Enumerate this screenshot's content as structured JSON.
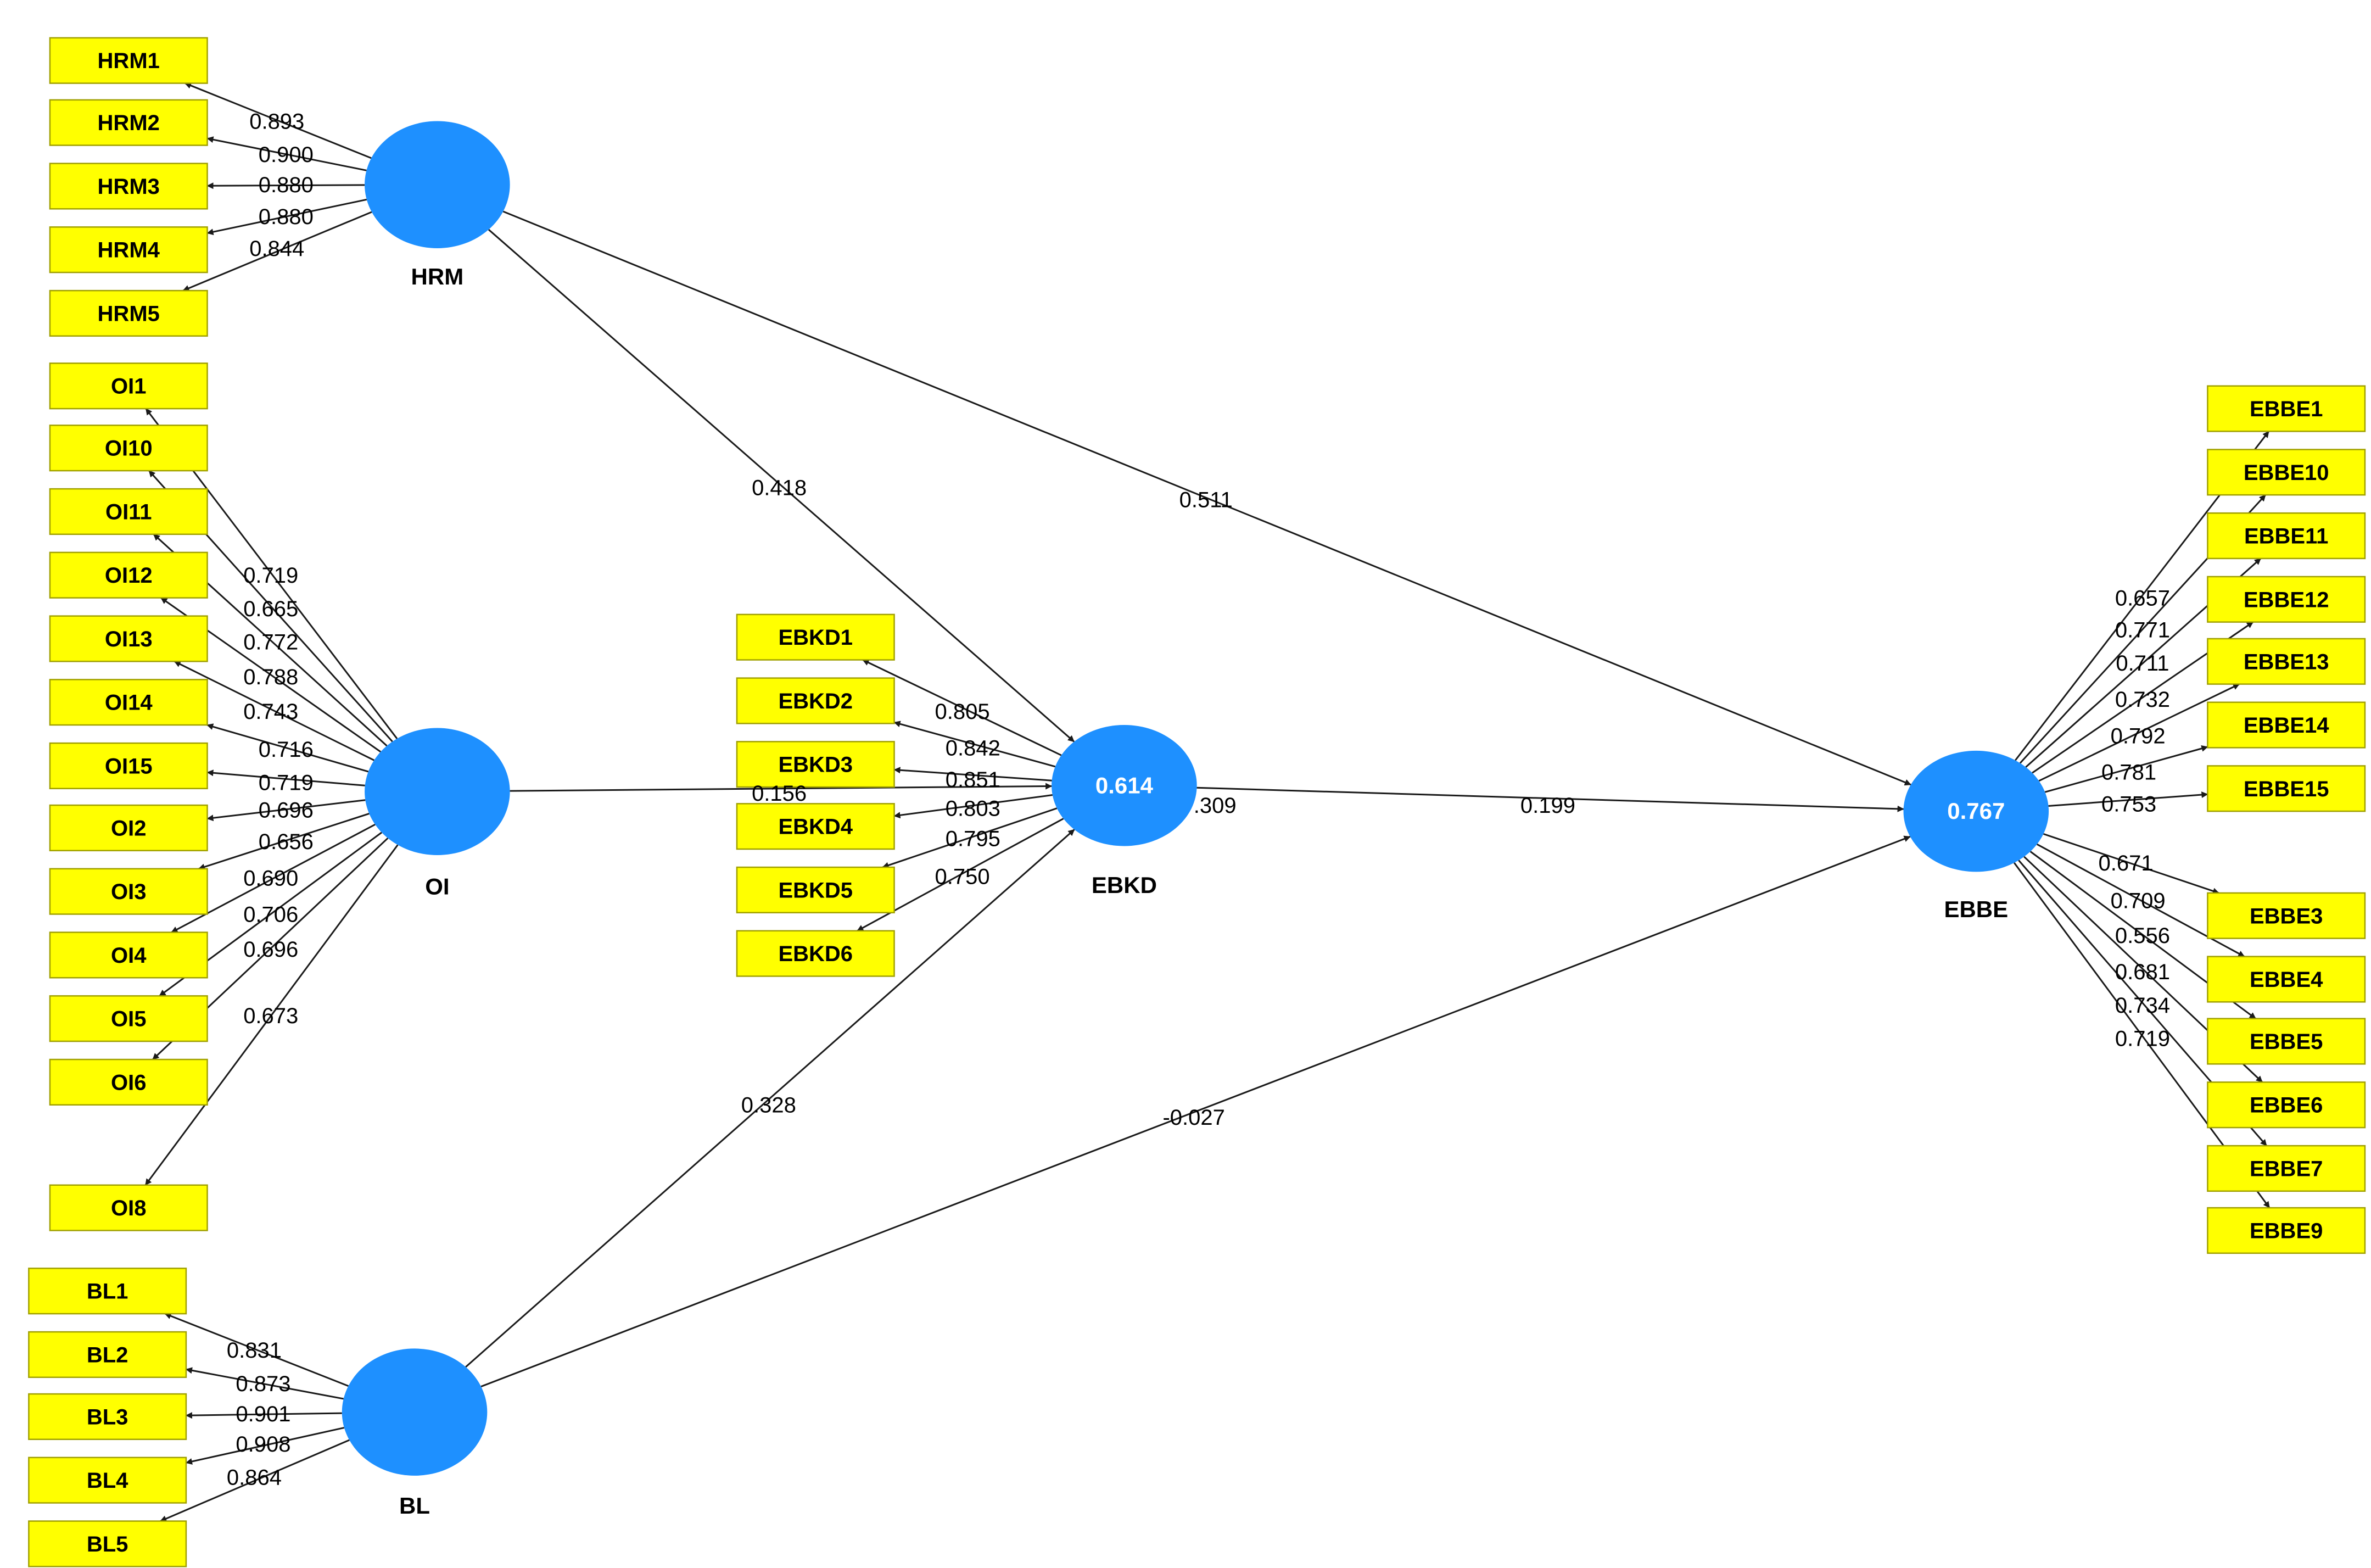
{
  "latents": [
    {
      "id": "HRM",
      "name": "HRM",
      "r2": ""
    },
    {
      "id": "OI",
      "name": "OI",
      "r2": ""
    },
    {
      "id": "BL",
      "name": "BL",
      "r2": ""
    },
    {
      "id": "EBKD",
      "name": "EBKD",
      "r2": "0.614"
    },
    {
      "id": "EBBE",
      "name": "EBBE",
      "r2": "0.767"
    }
  ],
  "indicators": {
    "HRM": [
      "HRM1",
      "HRM2",
      "HRM3",
      "HRM4",
      "HRM5"
    ],
    "OI": [
      "OI1",
      "OI10",
      "OI11",
      "OI12",
      "OI13",
      "OI14",
      "OI15",
      "OI2",
      "OI3",
      "OI4",
      "OI5",
      "OI6",
      "OI8"
    ],
    "BL": [
      "BL1",
      "BL2",
      "BL3",
      "BL4",
      "BL5"
    ],
    "EBKD": [
      "EBKD1",
      "EBKD2",
      "EBKD3",
      "EBKD4",
      "EBKD5",
      "EBKD6"
    ],
    "EBBE": [
      "EBBE1",
      "EBBE10",
      "EBBE11",
      "EBBE12",
      "EBBE13",
      "EBBE14",
      "EBBE15",
      "EBBE3",
      "EBBE4",
      "EBBE5",
      "EBBE6",
      "EBBE7",
      "EBBE9"
    ]
  },
  "loadings": {
    "HRM": [
      {
        "from": "HRM",
        "to": "HRM1",
        "value": "0.893"
      },
      {
        "from": "HRM",
        "to": "HRM2",
        "value": "0.900"
      },
      {
        "from": "HRM",
        "to": "HRM3",
        "value": "0.880"
      },
      {
        "from": "HRM",
        "to": "HRM4",
        "value": "0.880"
      },
      {
        "from": "HRM",
        "to": "HRM5",
        "value": "0.844"
      }
    ],
    "OI": [
      {
        "from": "OI",
        "to": "OI10",
        "value": "0.719"
      },
      {
        "from": "OI",
        "to": "OI11",
        "value": "0.665"
      },
      {
        "from": "OI",
        "to": "OI12",
        "value": "0.772"
      },
      {
        "from": "OI",
        "to": "OI13",
        "value": "0.788"
      },
      {
        "from": "OI",
        "to": "OI14",
        "value": "0.743"
      },
      {
        "from": "OI",
        "to": "OI15",
        "value": "0.716"
      },
      {
        "from": "OI",
        "to": "OI2",
        "value": "0.719"
      },
      {
        "from": "OI",
        "to": "OI3",
        "value": "0.696"
      },
      {
        "from": "OI",
        "to": "OI4",
        "value": "0.656"
      },
      {
        "from": "OI",
        "to": "OI5",
        "value": "0.690"
      },
      {
        "from": "OI",
        "to": "OI6",
        "value": "0.706"
      },
      {
        "from": "OI",
        "to": "OI8",
        "value": "0.696"
      },
      {
        "from": "OI",
        "to": "OI1",
        "value": "0.673"
      }
    ],
    "BL": [
      {
        "from": "BL",
        "to": "BL1",
        "value": "0.831"
      },
      {
        "from": "BL",
        "to": "BL2",
        "value": "0.873"
      },
      {
        "from": "BL",
        "to": "BL3",
        "value": "0.901"
      },
      {
        "from": "BL",
        "to": "BL4",
        "value": "0.908"
      },
      {
        "from": "BL",
        "to": "BL5",
        "value": "0.864"
      }
    ],
    "EBKD": [
      {
        "from": "EBKD",
        "to": "EBKD1",
        "value": "0.805"
      },
      {
        "from": "EBKD",
        "to": "EBKD2",
        "value": "0.842"
      },
      {
        "from": "EBKD",
        "to": "EBKD3",
        "value": "0.851"
      },
      {
        "from": "EBKD",
        "to": "EBKD4",
        "value": "0.803"
      },
      {
        "from": "EBKD",
        "to": "EBKD5",
        "value": "0.795"
      },
      {
        "from": "EBKD",
        "to": "EBKD6",
        "value": "0.750"
      }
    ],
    "EBBE": [
      {
        "from": "EBBE",
        "to": "EBBE1",
        "value": "0.657"
      },
      {
        "from": "EBBE",
        "to": "EBBE10",
        "value": "0.771"
      },
      {
        "from": "EBBE",
        "to": "EBBE11",
        "value": "0.711"
      },
      {
        "from": "EBBE",
        "to": "EBBE12",
        "value": "0.732"
      },
      {
        "from": "EBBE",
        "to": "EBBE13",
        "value": "0.792"
      },
      {
        "from": "EBBE",
        "to": "EBBE14",
        "value": "0.781"
      },
      {
        "from": "EBBE",
        "to": "EBBE15",
        "value": "0.753"
      },
      {
        "from": "EBBE",
        "to": "EBBE3",
        "value": "0.671"
      },
      {
        "from": "EBBE",
        "to": "EBBE4",
        "value": "0.709"
      },
      {
        "from": "EBBE",
        "to": "EBBE5",
        "value": "0.556"
      },
      {
        "from": "EBBE",
        "to": "EBBE6",
        "value": "0.681"
      },
      {
        "from": "EBBE",
        "to": "EBBE7",
        "value": "0.734"
      },
      {
        "from": "EBBE",
        "to": "EBBE9",
        "value": "0.719"
      }
    ]
  },
  "paths": [
    {
      "from": "HRM",
      "to": "EBKD",
      "value": "0.418"
    },
    {
      "from": "HRM",
      "to": "EBBE",
      "value": "0.511"
    },
    {
      "from": "OI",
      "to": "EBKD",
      "value": "0.156"
    },
    {
      "from": "EBKD",
      "to": "EBBE",
      "value": "0.199"
    },
    {
      "from": "BL",
      "to": "EBKD",
      "value": "0.328"
    },
    {
      "from": "BL",
      "to": "EBBE",
      "value": "-0.027"
    }
  ],
  "occluded_path_label": ".309",
  "colors": {
    "indicator_fill": "#ffff00",
    "latent_fill": "#1e90ff",
    "line": "#1a1a1a"
  }
}
